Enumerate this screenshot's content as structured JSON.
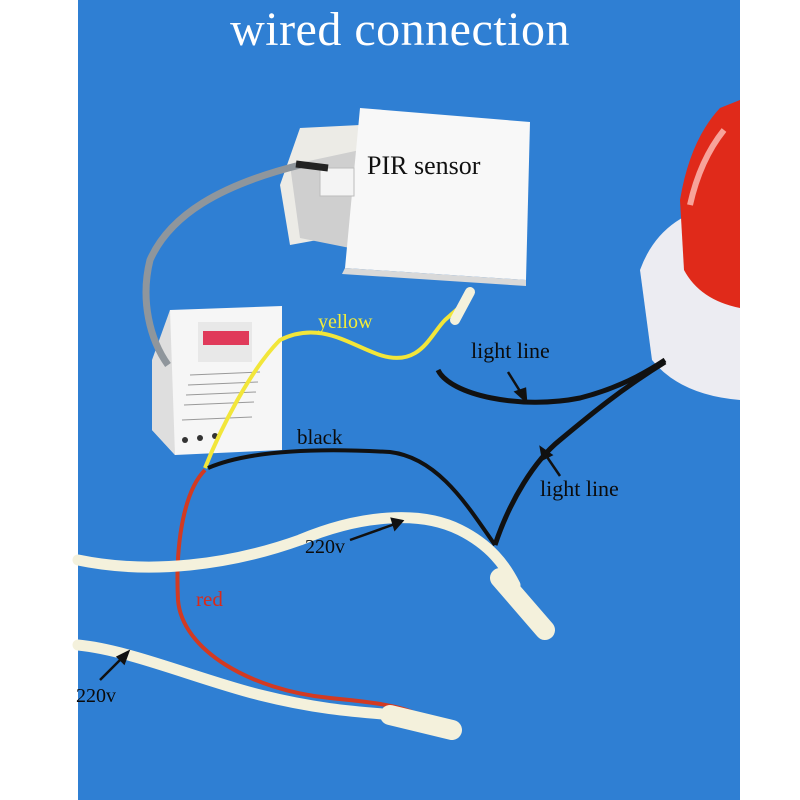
{
  "title": "wired connection",
  "labels": {
    "pir_sensor": "PIR sensor",
    "yellow": "yellow",
    "black": "black",
    "light_line_upper": "light line",
    "light_line_lower": "light line",
    "v220_upper": "220v",
    "red": "red",
    "v220_lower": "220v"
  },
  "colors": {
    "background": "#2f7fd3",
    "yellow_wire": "#f2e63a",
    "red_wire": "#d23a22",
    "black_wire": "#111111",
    "white_cable": "#f4f1dc",
    "lamp_red": "#e02a1a"
  }
}
